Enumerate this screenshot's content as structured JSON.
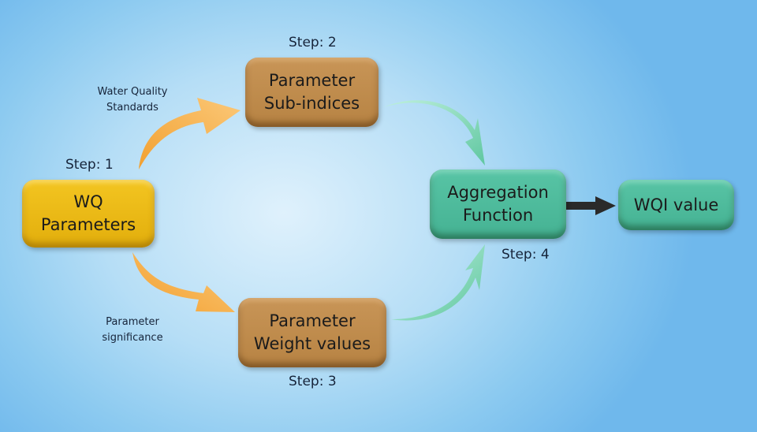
{
  "nodes": {
    "wq_parameters": {
      "lines": [
        "WQ",
        "Parameters"
      ],
      "step": "Step: 1",
      "color": "#eab816"
    },
    "sub_indices": {
      "lines": [
        "Parameter",
        "Sub-indices"
      ],
      "step": "Step: 2",
      "color": "#c08c4d"
    },
    "weight_values": {
      "lines": [
        "Parameter",
        "Weight values"
      ],
      "step": "Step: 3",
      "color": "#c08c4d"
    },
    "aggregation": {
      "lines": [
        "Aggregation",
        "Function"
      ],
      "step": "Step: 4",
      "color": "#4fbb9c"
    },
    "wqi_value": {
      "lines": [
        "WQI value"
      ],
      "color": "#4fbb9c"
    }
  },
  "edge_labels": {
    "to_sub_indices": [
      "Water Quality",
      "Standards"
    ],
    "to_weight_values": [
      "Parameter",
      "significance"
    ]
  },
  "colors": {
    "orange_arrow": "#f6a93a",
    "green_arrow": "#7fd8b6",
    "dark_arrow": "#2a2a2a"
  }
}
